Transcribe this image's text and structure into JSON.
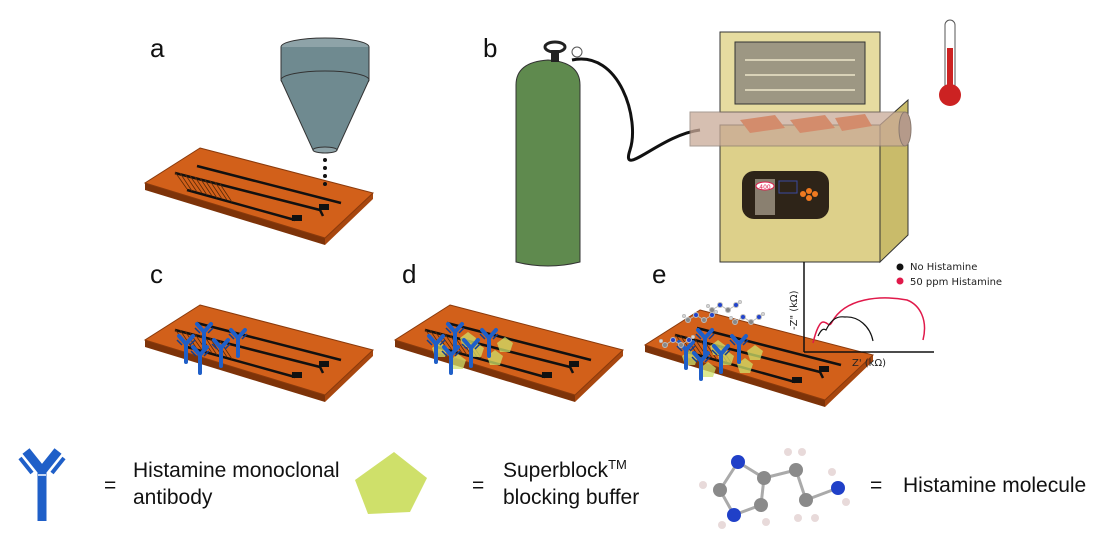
{
  "panels": {
    "a": "a",
    "b": "b",
    "c": "c",
    "d": "d",
    "e": "e"
  },
  "furnace": {
    "display_value": "400"
  },
  "inset_plot": {
    "ylabel": "-Z\" (kΩ)",
    "xlabel": "Z' (kΩ)",
    "legend": [
      {
        "label": "No Histamine",
        "color": "#111111"
      },
      {
        "label": "50 ppm Histamine",
        "color": "#e0194a"
      }
    ]
  },
  "legend": {
    "equals": "=",
    "antibody": {
      "line1": "Histamine monoclonal",
      "line2": "antibody"
    },
    "blocking": {
      "line1": "Superblock",
      "tm": "TM",
      "line2": "blocking buffer"
    },
    "molecule": {
      "label": "Histamine molecule"
    }
  },
  "colors": {
    "substrate": "#d2601a",
    "antibody": "#1f5fc8",
    "blocking": "#cfe06a",
    "tank": "#5f8a4e",
    "furnace": "#ddd08a",
    "curve_red": "#e0194a"
  }
}
